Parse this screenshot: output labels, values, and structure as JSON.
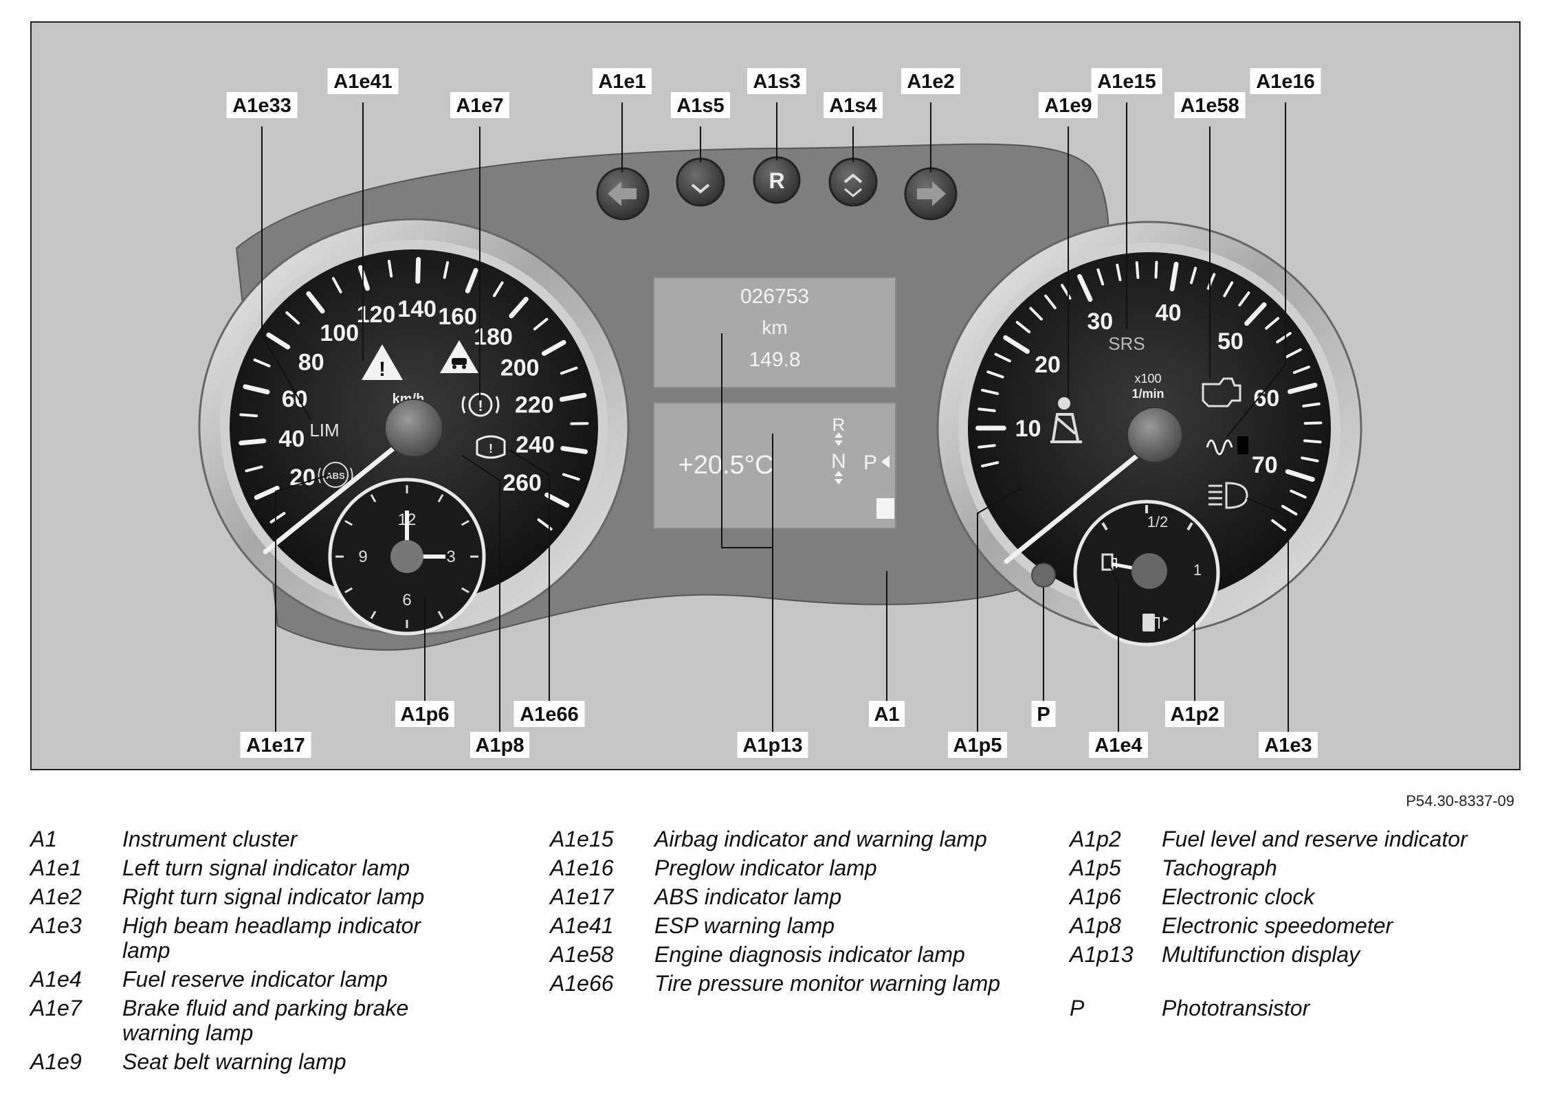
{
  "figure": {
    "doc_ref": "P54.30-8337-09",
    "callouts": {
      "a1e41": "A1e41",
      "a1e33": "A1e33",
      "a1e7": "A1e7",
      "a1e1": "A1e1",
      "a1s5": "A1s5",
      "a1s3": "A1s3",
      "a1s4": "A1s4",
      "a1e2": "A1e2",
      "a1e15": "A1e15",
      "a1e16": "A1e16",
      "a1e9": "A1e9",
      "a1e58": "A1e58",
      "a1p6": "A1p6",
      "a1e66": "A1e66",
      "a1e17": "A1e17",
      "a1p8": "A1p8",
      "a1p13": "A1p13",
      "a1": "A1",
      "a1p5": "A1p5",
      "p": "P",
      "a1e4": "A1e4",
      "a1p2": "A1p2",
      "a1e3": "A1e3"
    },
    "buttons": {
      "s3": "R"
    },
    "speedometer": {
      "unit": "km/h",
      "scale": [
        "20",
        "40",
        "60",
        "80",
        "100",
        "120",
        "140",
        "160",
        "180",
        "200",
        "220",
        "240",
        "260"
      ],
      "lim": "LIM",
      "abs": "ABS",
      "clock_numbers": [
        "12",
        "3",
        "6",
        "9"
      ]
    },
    "display": {
      "odometer": "026753",
      "odometer_unit": "km",
      "trip": "149.8",
      "temperature": "+20.5°C",
      "gear_r": "R",
      "gear_n": "N",
      "gear_p": "P"
    },
    "tachometer": {
      "unit_top": "x100",
      "unit_bottom": "1/min",
      "scale": [
        "10",
        "20",
        "30",
        "40",
        "50",
        "60",
        "70"
      ],
      "srs": "SRS",
      "fuel_half": "1/2",
      "fuel_full": "1"
    }
  },
  "legend": {
    "col1": [
      {
        "code": "A1",
        "desc": "Instrument cluster"
      },
      {
        "code": "A1e1",
        "desc": "Left turn signal indicator lamp"
      },
      {
        "code": "A1e2",
        "desc": "Right turn signal indicator lamp"
      },
      {
        "code": "A1e3",
        "desc": "High beam headlamp indicator lamp"
      },
      {
        "code": "A1e4",
        "desc": "Fuel reserve indicator lamp"
      },
      {
        "code": "A1e7",
        "desc": "Brake fluid and parking brake warning lamp"
      },
      {
        "code": "A1e9",
        "desc": "Seat belt warning lamp"
      }
    ],
    "col2": [
      {
        "code": "A1e15",
        "desc": "Airbag indicator and warning lamp"
      },
      {
        "code": "A1e16",
        "desc": "Preglow indicator lamp"
      },
      {
        "code": "A1e17",
        "desc": "ABS indicator lamp"
      },
      {
        "code": "A1e41",
        "desc": "ESP warning lamp"
      },
      {
        "code": "A1e58",
        "desc": "Engine diagnosis indicator lamp"
      },
      {
        "code": "A1e66",
        "desc": "Tire pressure monitor warning lamp"
      }
    ],
    "col3": [
      {
        "code": "A1p2",
        "desc": "Fuel level and reserve indicator"
      },
      {
        "code": "A1p5",
        "desc": "Tachograph"
      },
      {
        "code": "A1p6",
        "desc": "Electronic clock"
      },
      {
        "code": "A1p8",
        "desc": "Electronic speedometer"
      },
      {
        "code": "A1p13",
        "desc": "Multifunction display"
      },
      {
        "code": "P",
        "desc": "Phototransistor"
      }
    ]
  }
}
